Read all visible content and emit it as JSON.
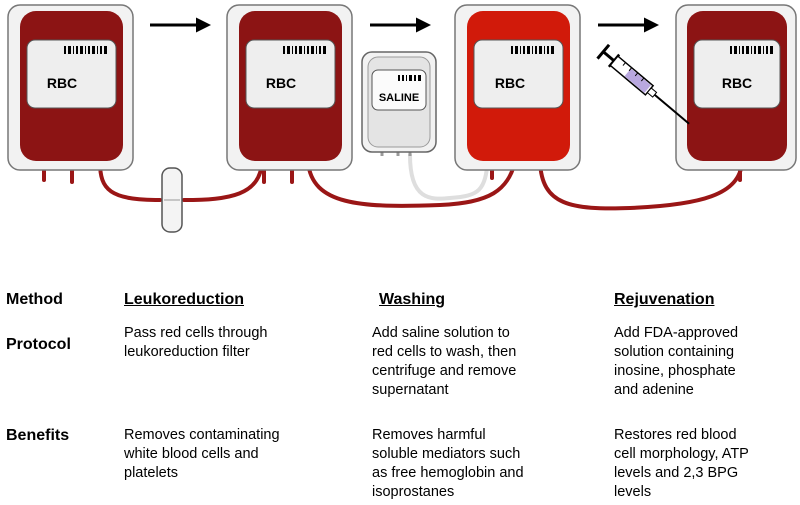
{
  "diagram": {
    "bag_label": "RBC",
    "saline_label": "SALINE"
  },
  "table": {
    "row_labels": {
      "method": "Method",
      "protocol": "Protocol",
      "benefits": "Benefits"
    },
    "methods": [
      {
        "name": "Leukoreduction",
        "protocol": "Pass red cells through\nleukoreduction filter",
        "benefits": "Removes contaminating\nwhite blood cells and\nplatelets"
      },
      {
        "name": "Washing",
        "protocol": "Add saline solution to\nred cells to wash, then\ncentrifuge and remove\nsupernatant",
        "benefits": "Removes harmful\nsoluble mediators such\nas free hemoglobin and\nisoprostanes"
      },
      {
        "name": "Rejuvenation",
        "protocol": "Add FDA-approved\nsolution containing\ninosine, phosphate\nand adenine",
        "benefits": "Restores red blood\ncell morphology, ATP\nlevels and 2,3 BPG\nlevels"
      }
    ]
  },
  "colors": {
    "bag_dark": "#8c1414",
    "bag_bright": "#d11a0a",
    "bag_frame": "#f2f2f2",
    "tube": "#9a1616",
    "saline_bag": "#e4e4e4"
  }
}
